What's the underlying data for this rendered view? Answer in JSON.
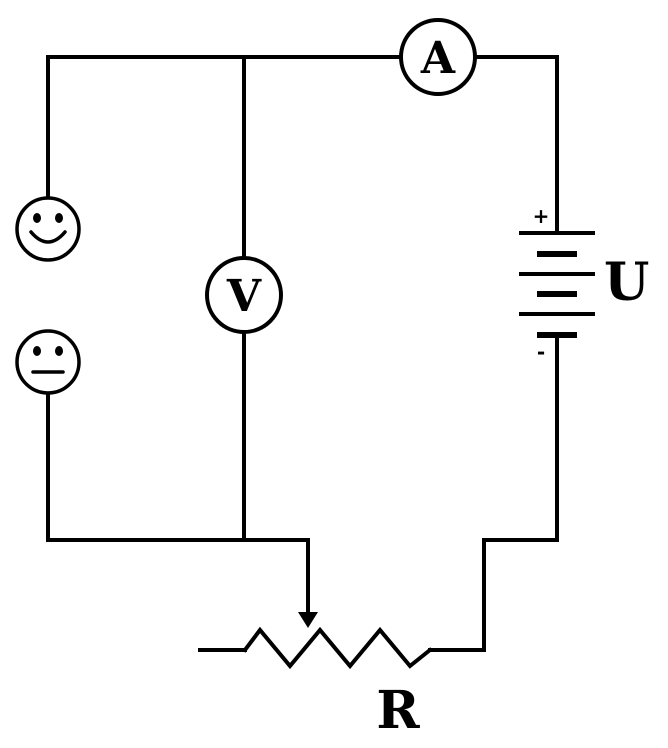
{
  "diagram": {
    "ammeter_label": "A",
    "voltmeter_label": "V",
    "source_label": "U",
    "resistor_label": "R",
    "positive_sign": "+",
    "negative_sign": "-",
    "icons": {
      "top_face": "smiling-face-icon",
      "bottom_face": "neutral-face-icon"
    },
    "colors": {
      "ink": "#000000",
      "background": "#ffffff"
    }
  }
}
